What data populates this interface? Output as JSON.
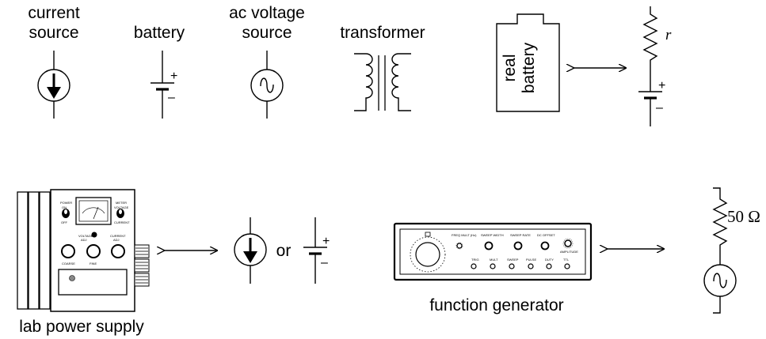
{
  "labels": {
    "current_source": [
      "current",
      "source"
    ],
    "battery": "battery",
    "ac_voltage_source": [
      "ac voltage",
      "source"
    ],
    "transformer": "transformer",
    "real_battery": [
      "real",
      "battery"
    ],
    "internal_resistance": "r",
    "or": "or",
    "resistance_value": "50 Ω",
    "lab_power_supply": "lab power supply",
    "function_generator": "function generator",
    "plus": "+",
    "minus": "–"
  },
  "power_supply_panel": {
    "power": "POWER",
    "on": "ON",
    "off": "OFF",
    "meter": "METER",
    "voltage": "VOLTAGE",
    "current": "CURRENT",
    "voltage_adj": [
      "VOLTAGE",
      "ADJ"
    ],
    "current_adj": [
      "CURRENT",
      "ADJ"
    ],
    "coarse": "COARSE",
    "fine": "FINE"
  },
  "function_generator_panel": {
    "freq_mult": "FREQ MULT (Hz)",
    "sweep_width": "SWEEP WIDTH",
    "sweep_rate": "SWEEP RATE",
    "dc_offset": "DC OFFSET",
    "amplitude": "AMPLITUDE",
    "buttons": [
      "TRIG",
      "MULT",
      "SWEEP",
      "PULSE",
      "DUTY",
      "TTL"
    ]
  }
}
